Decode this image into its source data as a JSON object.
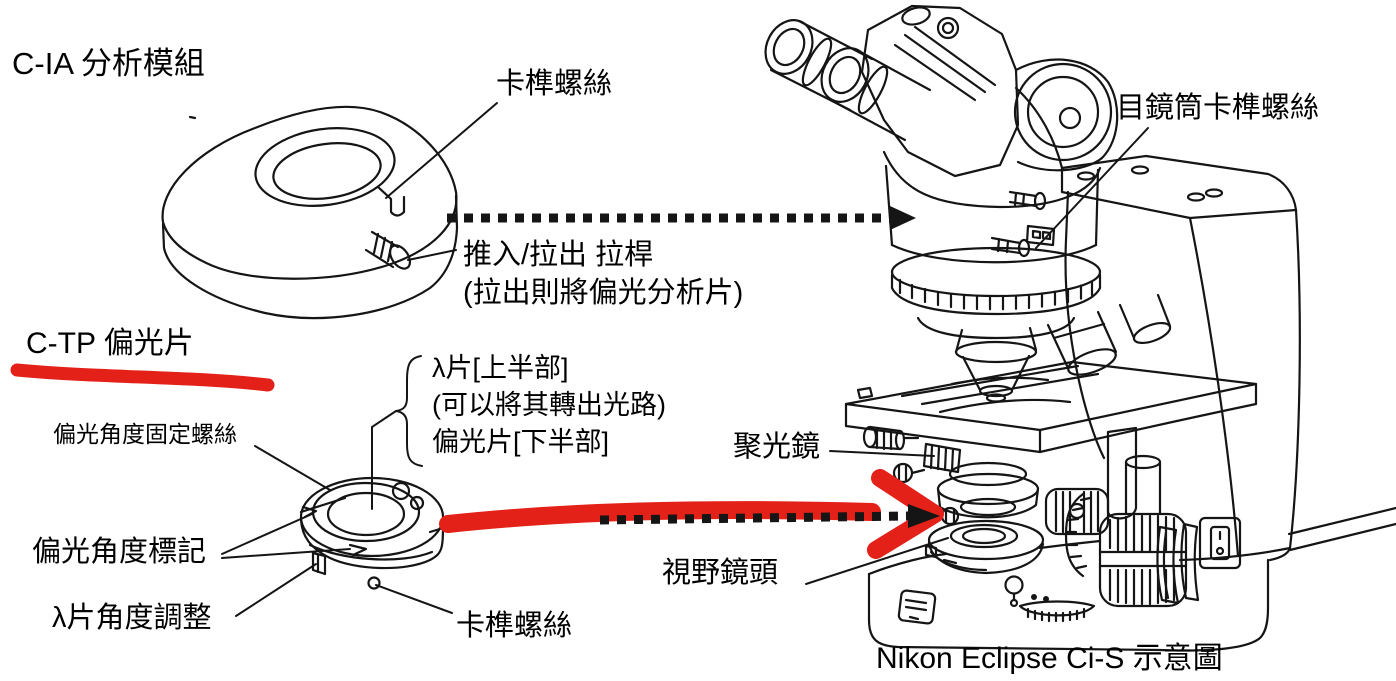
{
  "colors": {
    "accent_red": "#e32119",
    "ink": "#151515"
  },
  "labels": {
    "cia_title": "C-IA 分析模組",
    "cia_clamp_screw": "卡榫螺絲",
    "push_pull_lever": "推入/拉出 拉桿",
    "push_pull_note": "(拉出則將偏光分析片)",
    "ctp_title": "C-TP 偏光片",
    "polarizer_angle_fix_screw": "偏光角度固定螺絲",
    "lambda_plate_upper": "λ片[上半部]",
    "lambda_plate_note": "(可以將其轉出光路)",
    "polarizer_lower": "偏光片[下半部]",
    "polarizer_angle_marks": "偏光角度標記",
    "lambda_angle_adjust": "λ片角度調整",
    "ctp_clamp_screw": "卡榫螺絲",
    "eyepiece_tube_clamp_screw": "目鏡筒卡榫螺絲",
    "condenser": "聚光鏡",
    "field_lens": "視野鏡頭",
    "caption": "Nikon Eclipse Ci-S 示意圖"
  }
}
